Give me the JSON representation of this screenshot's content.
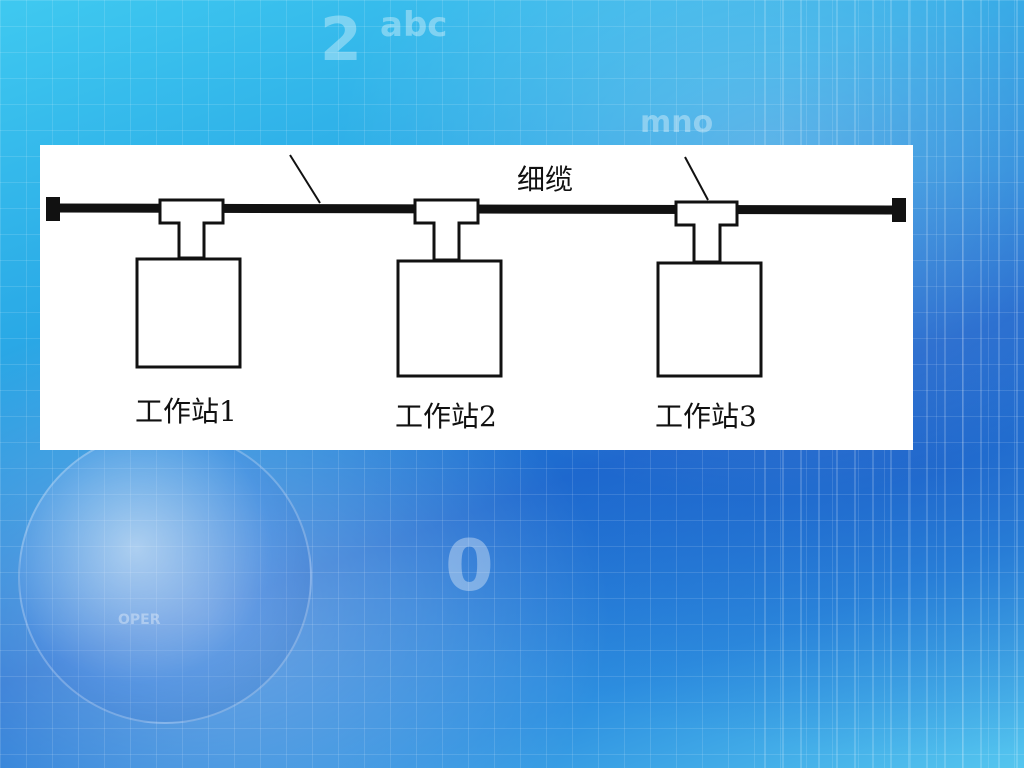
{
  "diagram": {
    "cable_label": "细缆",
    "stations": [
      {
        "label": "工作站1"
      },
      {
        "label": "工作站2"
      },
      {
        "label": "工作站3"
      }
    ]
  },
  "background_decor": {
    "glyph_a": "2",
    "glyph_b": "abc",
    "glyph_c": "mno",
    "glyph_d": "0",
    "glyph_e": "OPER"
  },
  "colors": {
    "accent": "#2aa9e6",
    "panel": "#ffffff",
    "ink": "#111111"
  }
}
